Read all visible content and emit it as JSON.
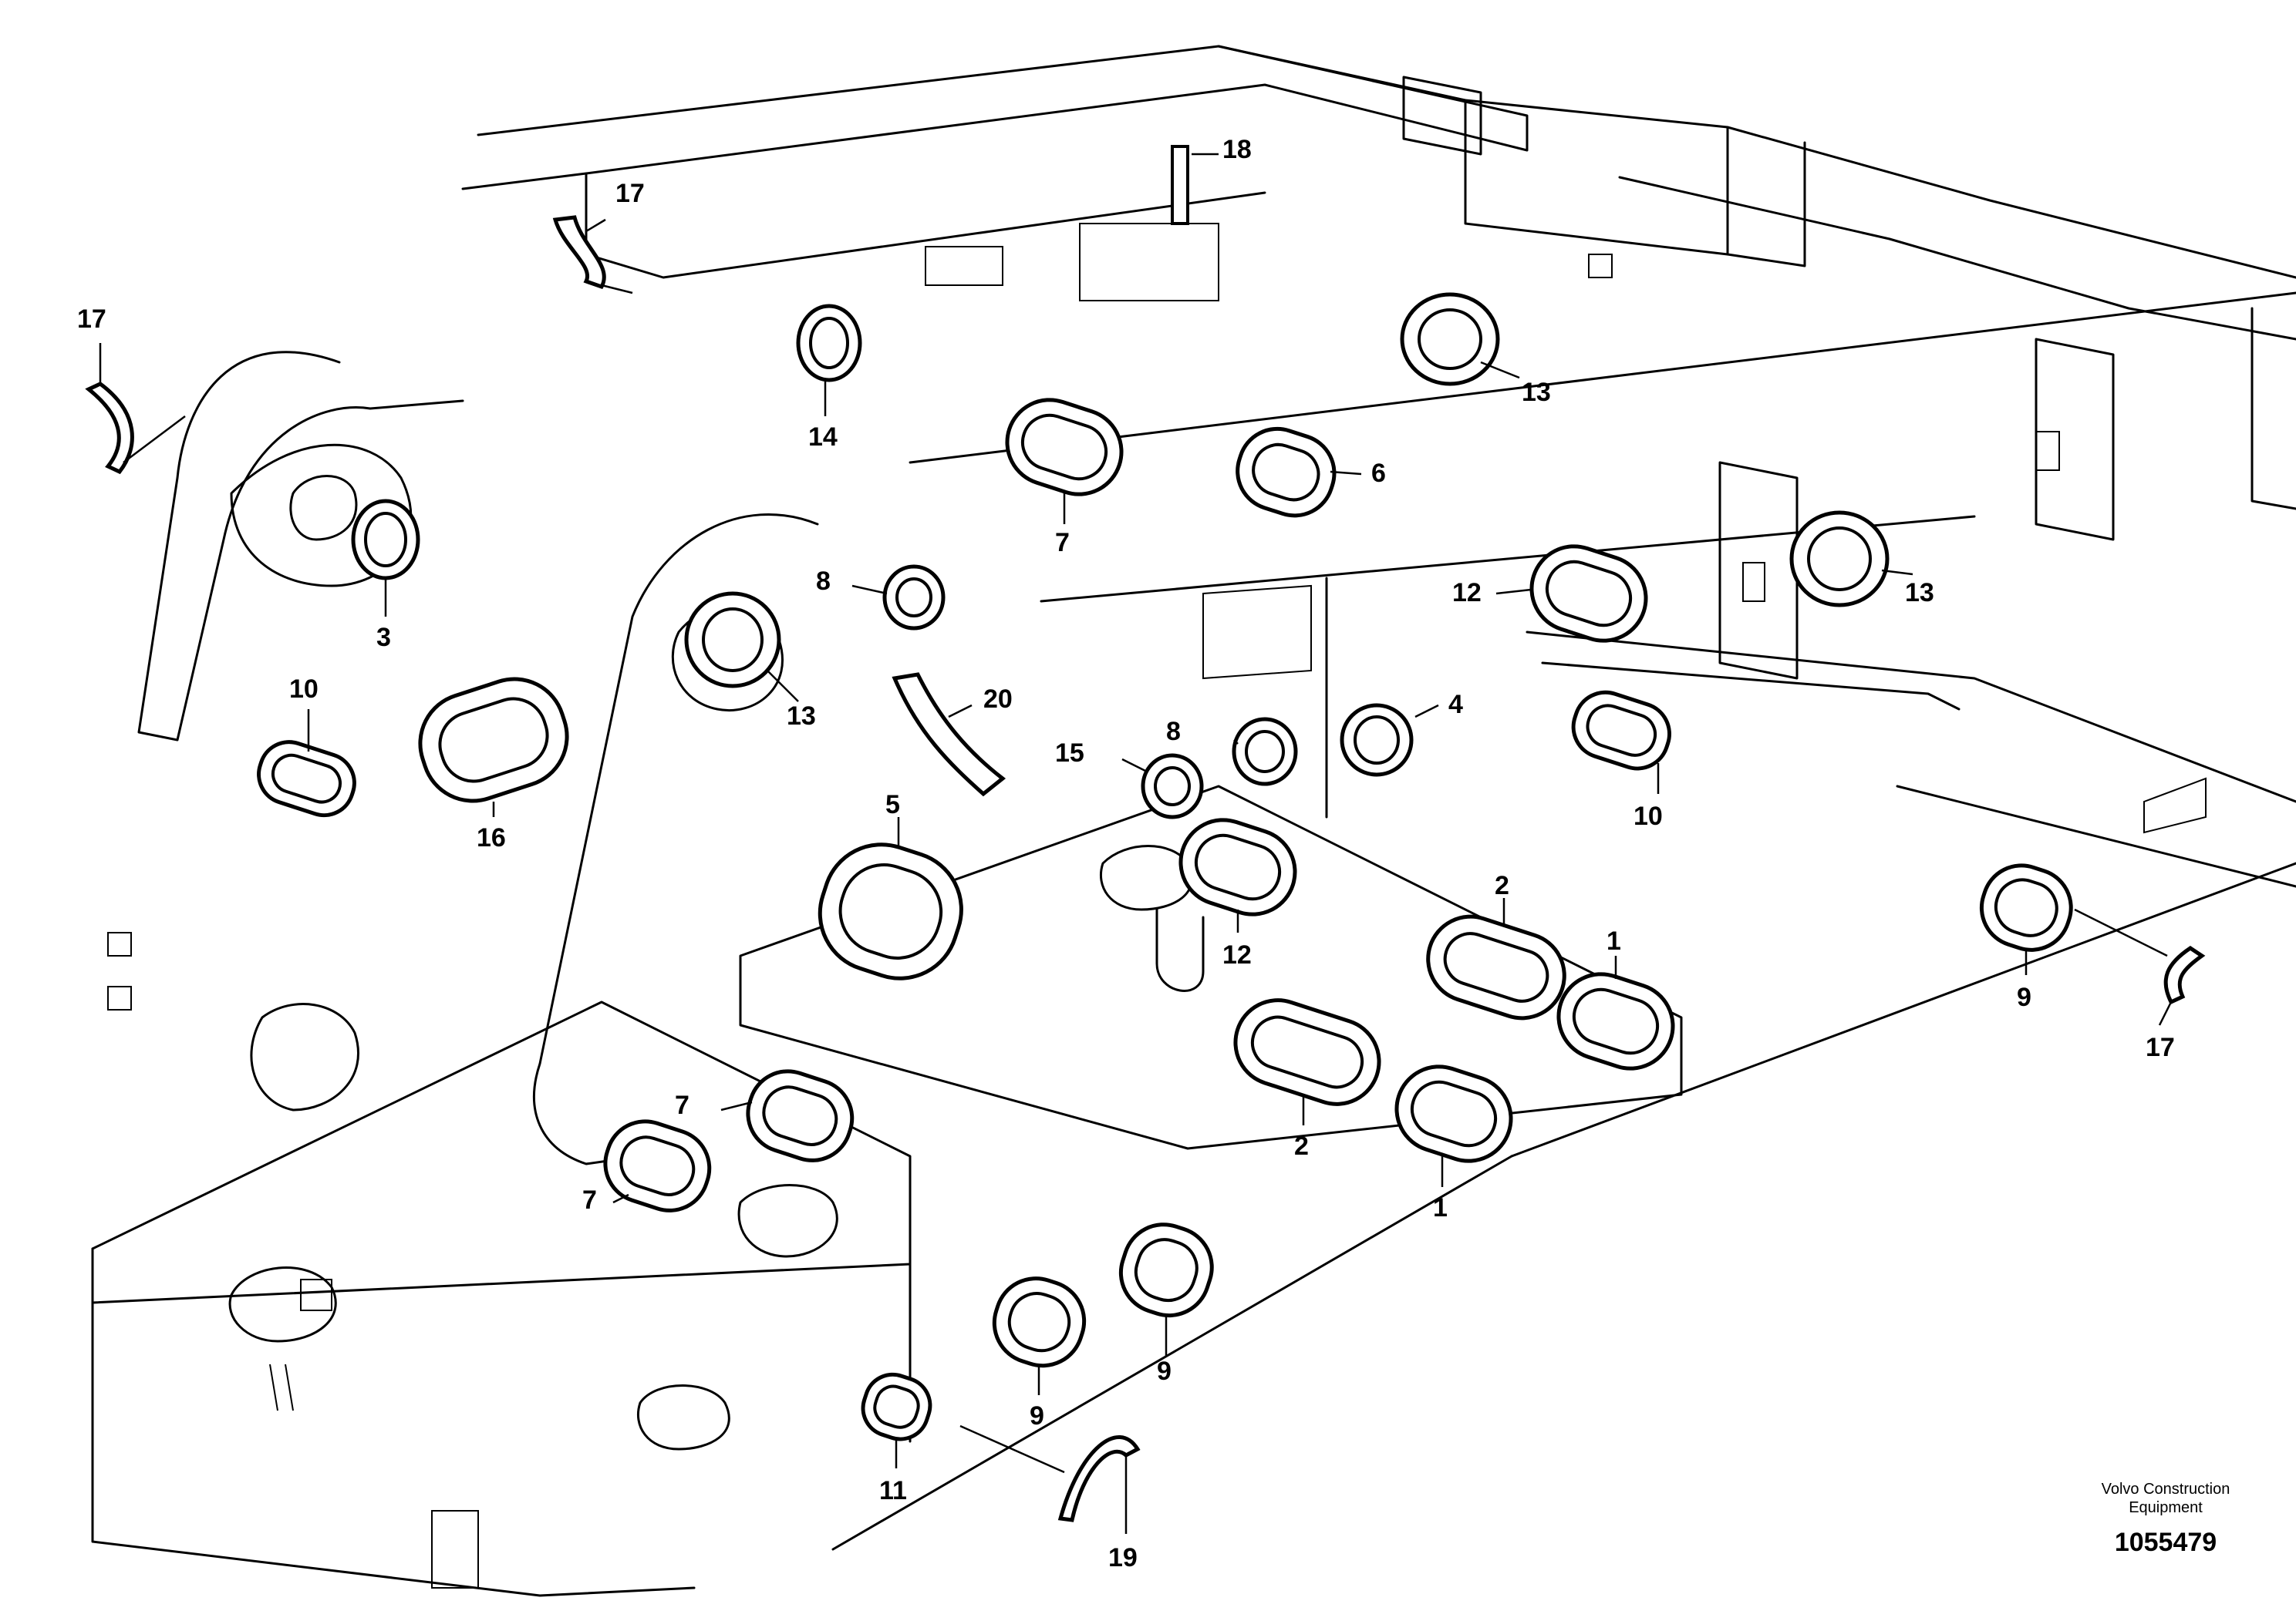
{
  "callouts": {
    "c1a": "1",
    "c1b": "1",
    "c2a": "2",
    "c2b": "2",
    "c3": "3",
    "c4": "4",
    "c5": "5",
    "c6": "6",
    "c7a": "7",
    "c7b": "7",
    "c7c": "7",
    "c8a": "8",
    "c8b": "8",
    "c9a": "9",
    "c9b": "9",
    "c9c": "9",
    "c10a": "10",
    "c10b": "10",
    "c11": "11",
    "c12a": "12",
    "c12b": "12",
    "c13a": "13",
    "c13b": "13",
    "c13c": "13",
    "c14": "14",
    "c15": "15",
    "c16": "16",
    "c17a": "17",
    "c17b": "17",
    "c17c": "17",
    "c18": "18",
    "c19": "19",
    "c20": "20"
  },
  "credit": {
    "line1": "Volvo Construction",
    "line2": "Equipment",
    "doc_number": "1055479"
  }
}
